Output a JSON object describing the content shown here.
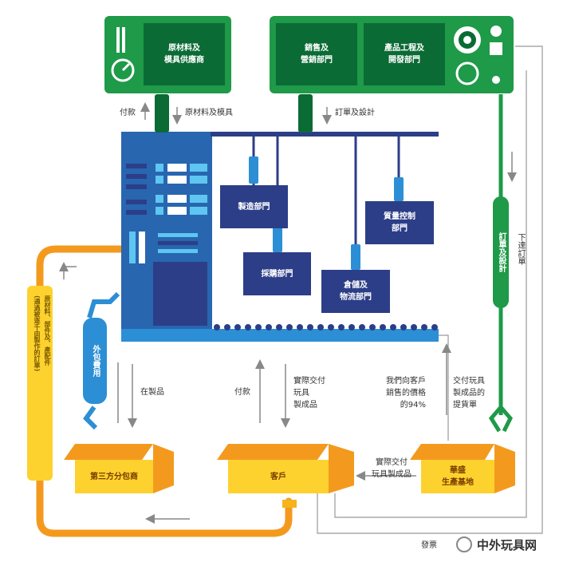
{
  "top_panels": {
    "supplier": "原材料及\n模具供應商",
    "sales": "銷售及\n營銷部門",
    "engineering": "產品工程及\n開發部門"
  },
  "departments": {
    "manufacturing": "製造部門",
    "procurement": "採購部門",
    "warehouse": "倉儲及\n物流部門",
    "quality": "質量控制\n部門"
  },
  "flow_labels": {
    "payment_top": "付款",
    "materials_molds": "原材料及模具",
    "orders_design": "訂單及設計",
    "order_design_vertical": "訂單及設計",
    "place_order": "下達訂單",
    "outsourcing_fee": "外包費用",
    "materials_wip_vertical": "原材料、部件及、產配件\n(通過被逐千由製作的訂單)",
    "wip": "在製品",
    "payment_bottom": "付款",
    "actual_delivery": "實際交付\n玩具\n製成品",
    "customer_pricing": "我們向客戶\n銷售的價格\n的94%",
    "delivery_bill": "交付玩具\n製成品的\n提貨單",
    "actual_delivery_2": "實際交付\n玩具製成品",
    "invoice": "發票"
  },
  "boxes": {
    "third_party": "第三方分包商",
    "customer": "客戶",
    "toy_producer": "華盛\n生產基地"
  },
  "watermark": "中外玩具网",
  "colors": {
    "green_dark": "#0b6b35",
    "green": "#1e9a48",
    "navy": "#2c3e87",
    "blue": "#2866b0",
    "orange": "#f39a1e",
    "yellow": "#fdd22e"
  }
}
